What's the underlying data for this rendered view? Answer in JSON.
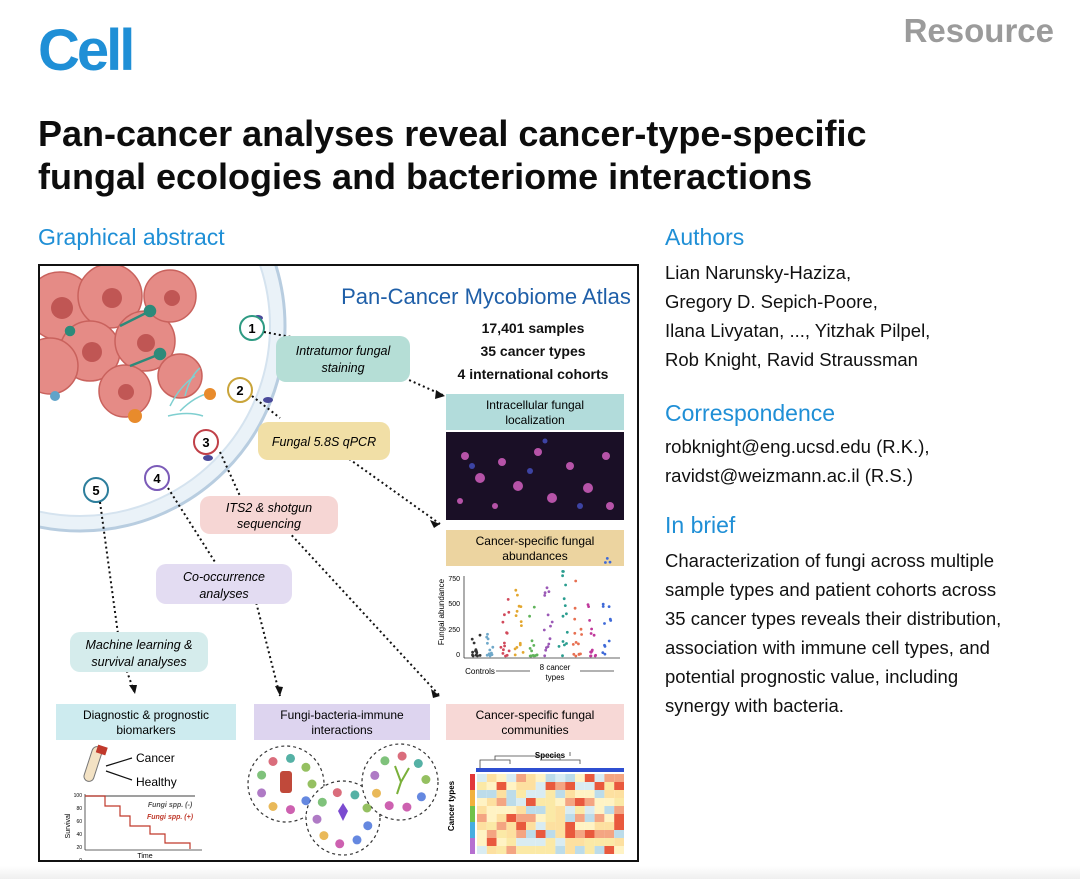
{
  "header": {
    "journal": "Cell",
    "article_type": "Resource"
  },
  "title": {
    "line1": "Pan-cancer analyses reveal cancer-type-specific",
    "line2": "fungal ecologies and bacteriome interactions"
  },
  "sections": {
    "graphical_abstract": "Graphical abstract",
    "authors": "Authors",
    "correspondence": "Correspondence",
    "in_brief": "In brief"
  },
  "authors_lines": [
    "Lian Narunsky-Haziza,",
    "Gregory D. Sepich-Poore,",
    "Ilana Livyatan, ..., Yitzhak Pilpel,",
    "Rob Knight, Ravid Straussman"
  ],
  "correspondence_lines": [
    "robknight@eng.ucsd.edu (R.K.),",
    "ravidst@weizmann.ac.il (R.S.)"
  ],
  "brief_lines": [
    "Characterization of fungi across multiple",
    "sample types and patient cohorts across",
    "35 cancer types reveals their distribution,",
    "association with immune cell types, and",
    "potential prognostic value, including",
    "synergy with bacteria."
  ],
  "abstract": {
    "atlas_title": "Pan-Cancer Mycobiome Atlas",
    "stats": [
      "17,401 samples",
      "35 cancer types",
      "4 international cohorts"
    ],
    "steps": [
      "1",
      "2",
      "3",
      "4",
      "5"
    ],
    "methods": {
      "staining": [
        "Intratumor fungal",
        "staining"
      ],
      "qpcr": "Fungal 5.8S qPCR",
      "sequencing": [
        "ITS2 & shotgun",
        "sequencing"
      ],
      "cooccurrence": [
        "Co-occurrence",
        "analyses"
      ],
      "ml": [
        "Machine learning &",
        "survival analyses"
      ]
    },
    "panels": {
      "localization": [
        "Intracellular fungal",
        "localization"
      ],
      "abundances": [
        "Cancer-specific fungal",
        "abundances"
      ],
      "communities": [
        "Cancer-specific fungal",
        "communities"
      ],
      "diagnostic": [
        "Diagnostic & prognostic",
        "biomarkers"
      ],
      "interactions": [
        "Fungi-bacteria-immune",
        "interactions"
      ]
    },
    "colors": {
      "atlas_blue": "#1f5fa8",
      "staining_bg": "#b5ded6",
      "qpcr_bg": "#f1dfa6",
      "sequencing_bg": "#f6d6d4",
      "cooccurrence_bg": "#e3dcf2",
      "ml_bg": "#d5ecec",
      "localization_bg": "#b2dcdb",
      "abundances_bg": "#ecd4a0",
      "communities_bg": "#f7d8d6",
      "diagnostic_bg": "#cdebef",
      "interactions_bg": "#ddd4ef"
    },
    "abundance_chart": {
      "ylabel": "Fungal abundance",
      "yticks": [
        "0",
        "250",
        "500",
        "750"
      ],
      "xlabel_controls": "Controls",
      "xlabel_cancer": [
        "8 cancer",
        "types"
      ]
    },
    "heatmap": {
      "xlabel": "Species",
      "ylabel": "Cancer types"
    },
    "survival": {
      "cancer_label": "Cancer",
      "healthy_label": "Healthy",
      "legend_neg": "Fungi spp. (-)",
      "legend_pos": "Fungi spp. (+)",
      "ylabel": "Survival",
      "xlabel": "Time",
      "yticks": [
        "100",
        "80",
        "60",
        "40",
        "20",
        "0"
      ]
    }
  }
}
